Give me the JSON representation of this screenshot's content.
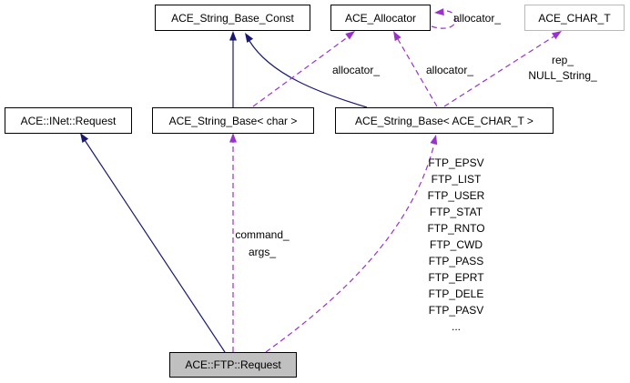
{
  "diagram": {
    "title": "ACE::FTP::Request collaboration graph",
    "type": "doxygen-collaboration-diagram"
  },
  "nodes": {
    "string_base_const": {
      "label": "ACE_String_Base_Const"
    },
    "allocator": {
      "label": "ACE_Allocator"
    },
    "char_t": {
      "label": "ACE_CHAR_T"
    },
    "inet_request": {
      "label": "ACE::INet::Request"
    },
    "string_base_char": {
      "label": "ACE_String_Base< char >"
    },
    "string_base_ace_char_t": {
      "label": "ACE_String_Base< ACE_CHAR_T >"
    },
    "ftp_request": {
      "label": "ACE::FTP::Request"
    }
  },
  "edge_labels": {
    "allocator_self": "allocator_",
    "allocator_left": "allocator_",
    "allocator_right": "allocator_",
    "rep": {
      "line1": "rep_",
      "line2": "NULL_String_"
    },
    "command": {
      "line1": "command_",
      "line2": "args_"
    },
    "ftp_commands": [
      "FTP_EPSV",
      "FTP_LIST",
      "FTP_USER",
      "FTP_STAT",
      "FTP_RNTO",
      "FTP_CWD",
      "FTP_PASS",
      "FTP_EPRT",
      "FTP_DELE",
      "FTP_PASV",
      "..."
    ]
  },
  "colors": {
    "inheritance_edge": "#191970",
    "usage_edge": "#9932cc",
    "node_border": "#000000",
    "undocumented_node_border": "#b9b9b9",
    "current_node_fill": "#c0c0c0",
    "node_fill": "#ffffff",
    "text": "#000000"
  }
}
